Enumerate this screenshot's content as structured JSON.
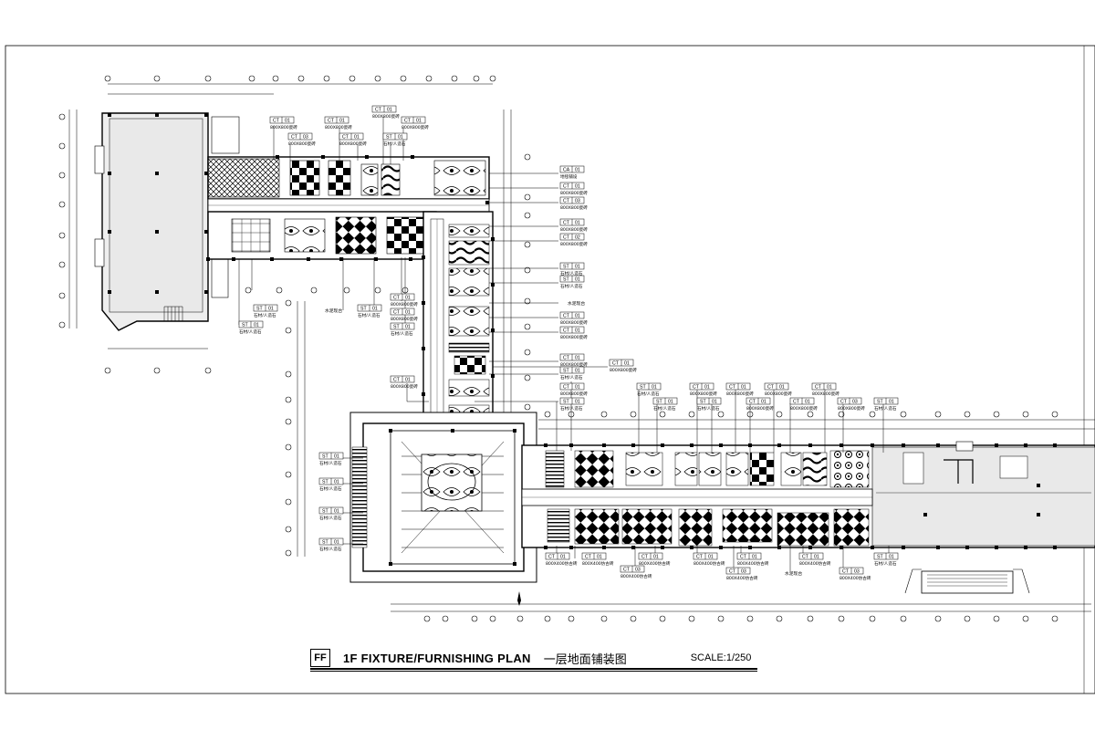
{
  "title_block": {
    "code": "FF",
    "title_en": "1F FIXTURE/FURNISHING PLAN",
    "title_cn": "一层地面铺装图",
    "scale": "SCALE:1/250"
  },
  "tags": {
    "ct01": [
      "CT",
      "01"
    ],
    "ct02": [
      "CT",
      "02"
    ],
    "ct03": [
      "CT",
      "03"
    ],
    "st01": [
      "ST",
      "01"
    ],
    "ca01": [
      "CA",
      "01"
    ]
  },
  "notes": {
    "tile800": "800X800瓷砖",
    "tile600": "600X600瓷砖",
    "tile400": "800X400仿古砖",
    "stone": "石材/人造石",
    "carpet": "地毯铺设",
    "pool": "水泥现台"
  },
  "colors": {
    "line": "#000000",
    "grey": "#e6e6e6",
    "paper": "#ffffff"
  }
}
